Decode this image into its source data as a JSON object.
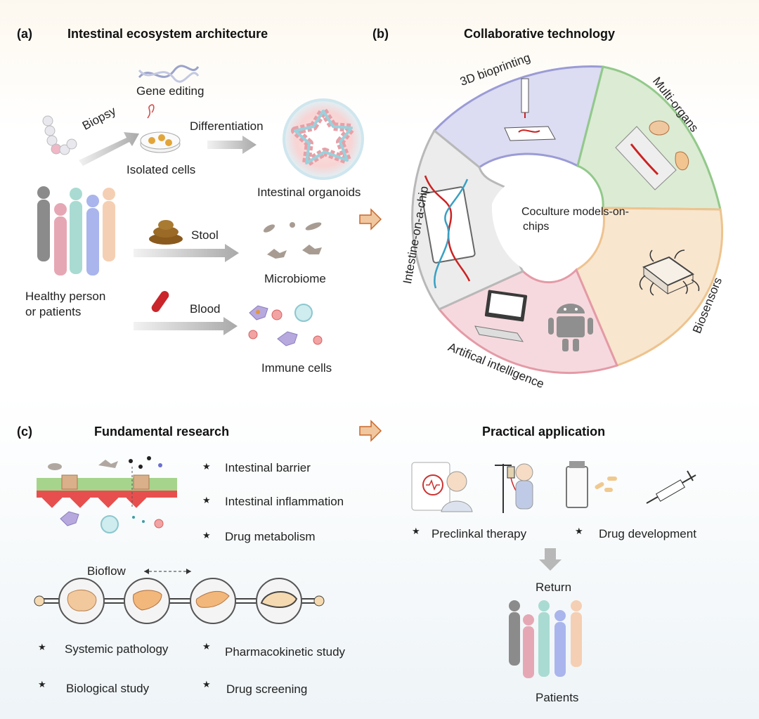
{
  "panel_a": {
    "letter": "(a)",
    "title": "Intestinal ecosystem architecture",
    "gene_editing": "Gene editing",
    "biopsy": "Biopsy",
    "differentiation": "Differentiation",
    "isolated_cells": "Isolated cells",
    "intestinal_organoids": "Intestinal organoids",
    "stool": "Stool",
    "microbiome": "Microbiome",
    "healthy_line1": "Healthy person",
    "healthy_line2": "or patients",
    "blood": "Blood",
    "immune_cells": "Immune cells"
  },
  "panel_b": {
    "letter": "(b)",
    "title": "Collaborative technology",
    "bioprinting": "3D bioprinting",
    "multi_organs": "Multi-organs",
    "intestine_chip": "Intestine-on-a-chip",
    "biosensors": "Biosensors",
    "ai": "Artifical intelligence",
    "center_line1": "Coculture models-on-",
    "center_line2": "chips"
  },
  "panel_c": {
    "letter": "(c)",
    "title": "Fundamental research",
    "barrier": "Intestinal barrier",
    "inflammation": "Intestinal inflammation",
    "metabolism": "Drug metabolism",
    "bioflow": "Bioflow",
    "systemic": "Systemic pathology",
    "pharmacokinetic": "Pharmacokinetic study",
    "biological": "Biological study",
    "screening": "Drug screening"
  },
  "practical": {
    "title": "Practical application",
    "preclinical": "Preclinkal therapy",
    "drug_dev": "Drug development",
    "return": "Return",
    "patients": "Patients"
  },
  "colors": {
    "bioprinting": "#dcdcf2",
    "multi_organs": "#dcebd4",
    "biosensors": "#f8e6cf",
    "ai": "#f6d9de",
    "chip": "#ececec",
    "arrow_orange": "#c9682a"
  }
}
